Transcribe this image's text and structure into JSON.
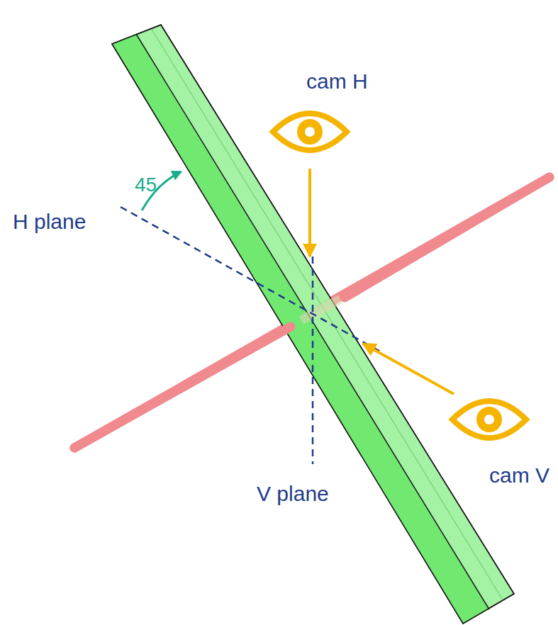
{
  "diagram": {
    "labels": [
      "cam H",
      "45",
      "H plane",
      "cam V",
      "V plane"
    ]
  }
}
